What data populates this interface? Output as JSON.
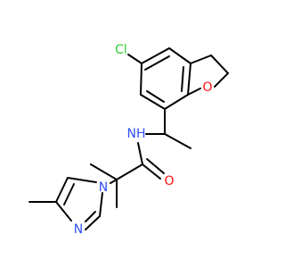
{
  "molecule": {
    "atoms": {
      "chlorine": {
        "text": "Cl",
        "color": "#33cc33"
      },
      "oxygen_ring": {
        "text": "O",
        "color": "#ff0d0d"
      },
      "nitrogen_amide": {
        "text": "NH",
        "color": "#3050f8"
      },
      "oxygen_carbonyl": {
        "text": "O",
        "color": "#ff0d0d"
      },
      "nitrogen_imidazole_1": {
        "text": "N",
        "color": "#3050f8"
      },
      "nitrogen_imidazole_3": {
        "text": "N",
        "color": "#3050f8"
      }
    },
    "bond_color": "#000000",
    "background": "#ffffff"
  }
}
